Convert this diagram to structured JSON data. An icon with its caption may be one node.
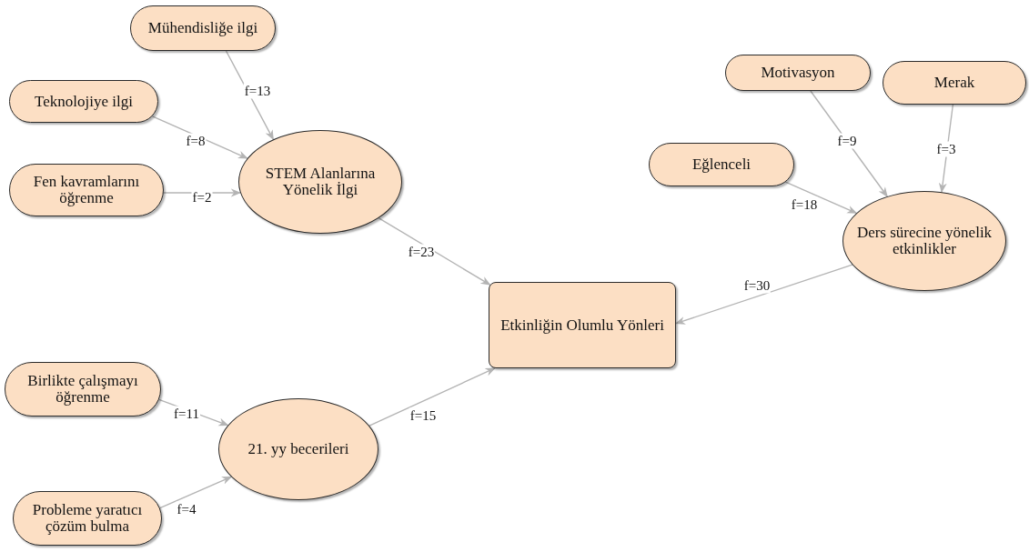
{
  "diagram": {
    "nodes": [
      {
        "text": [
          "Mühendisliğe ilgi"
        ]
      },
      {
        "text": [
          "Teknolojiye ilgi"
        ]
      },
      {
        "text": [
          "Fen kavramlarını öğrenme"
        ]
      },
      {
        "text": [
          "STEM Alanlarına Yönelik İlgi"
        ]
      },
      {
        "text": [
          "Motivasyon"
        ]
      },
      {
        "text": [
          "Merak"
        ]
      },
      {
        "text": [
          "Eğlenceli"
        ]
      },
      {
        "text": [
          "Ders sürecine yönelik etkinlikler"
        ]
      },
      {
        "text": [
          "Etkinliğin Olumlu Yönleri"
        ]
      },
      {
        "text": [
          "Birlikte çalışmayı öğrenme"
        ]
      },
      {
        "text": [
          "21. yy becerileri"
        ]
      },
      {
        "text": [
          "Probleme yaratıcı çözüm bulma"
        ]
      }
    ],
    "edges": [
      {
        "from": 0,
        "to": 3,
        "arrow": "to",
        "label": "f=13"
      },
      {
        "from": 1,
        "to": 3,
        "arrow": "to",
        "label": "f=8"
      },
      {
        "from": 2,
        "to": 3,
        "arrow": "to",
        "label": "f=2"
      },
      {
        "from": 3,
        "to": 8,
        "arrow": "to",
        "label": "f=23"
      },
      {
        "from": 4,
        "to": 7,
        "arrow": "to",
        "label": "f=9"
      },
      {
        "from": 5,
        "to": 7,
        "arrow": "to",
        "label": "f=3"
      },
      {
        "from": 6,
        "to": 7,
        "arrow": "to",
        "label": "f=18"
      },
      {
        "from": 7,
        "to": 8,
        "arrow": "to",
        "label": "f=30"
      },
      {
        "from": 9,
        "to": 10,
        "arrow": "to",
        "label": "f=11"
      },
      {
        "from": 11,
        "to": 10,
        "arrow": "to",
        "label": "f=4"
      },
      {
        "from": 10,
        "to": 8,
        "arrow": "to",
        "label": "f=15"
      }
    ]
  }
}
